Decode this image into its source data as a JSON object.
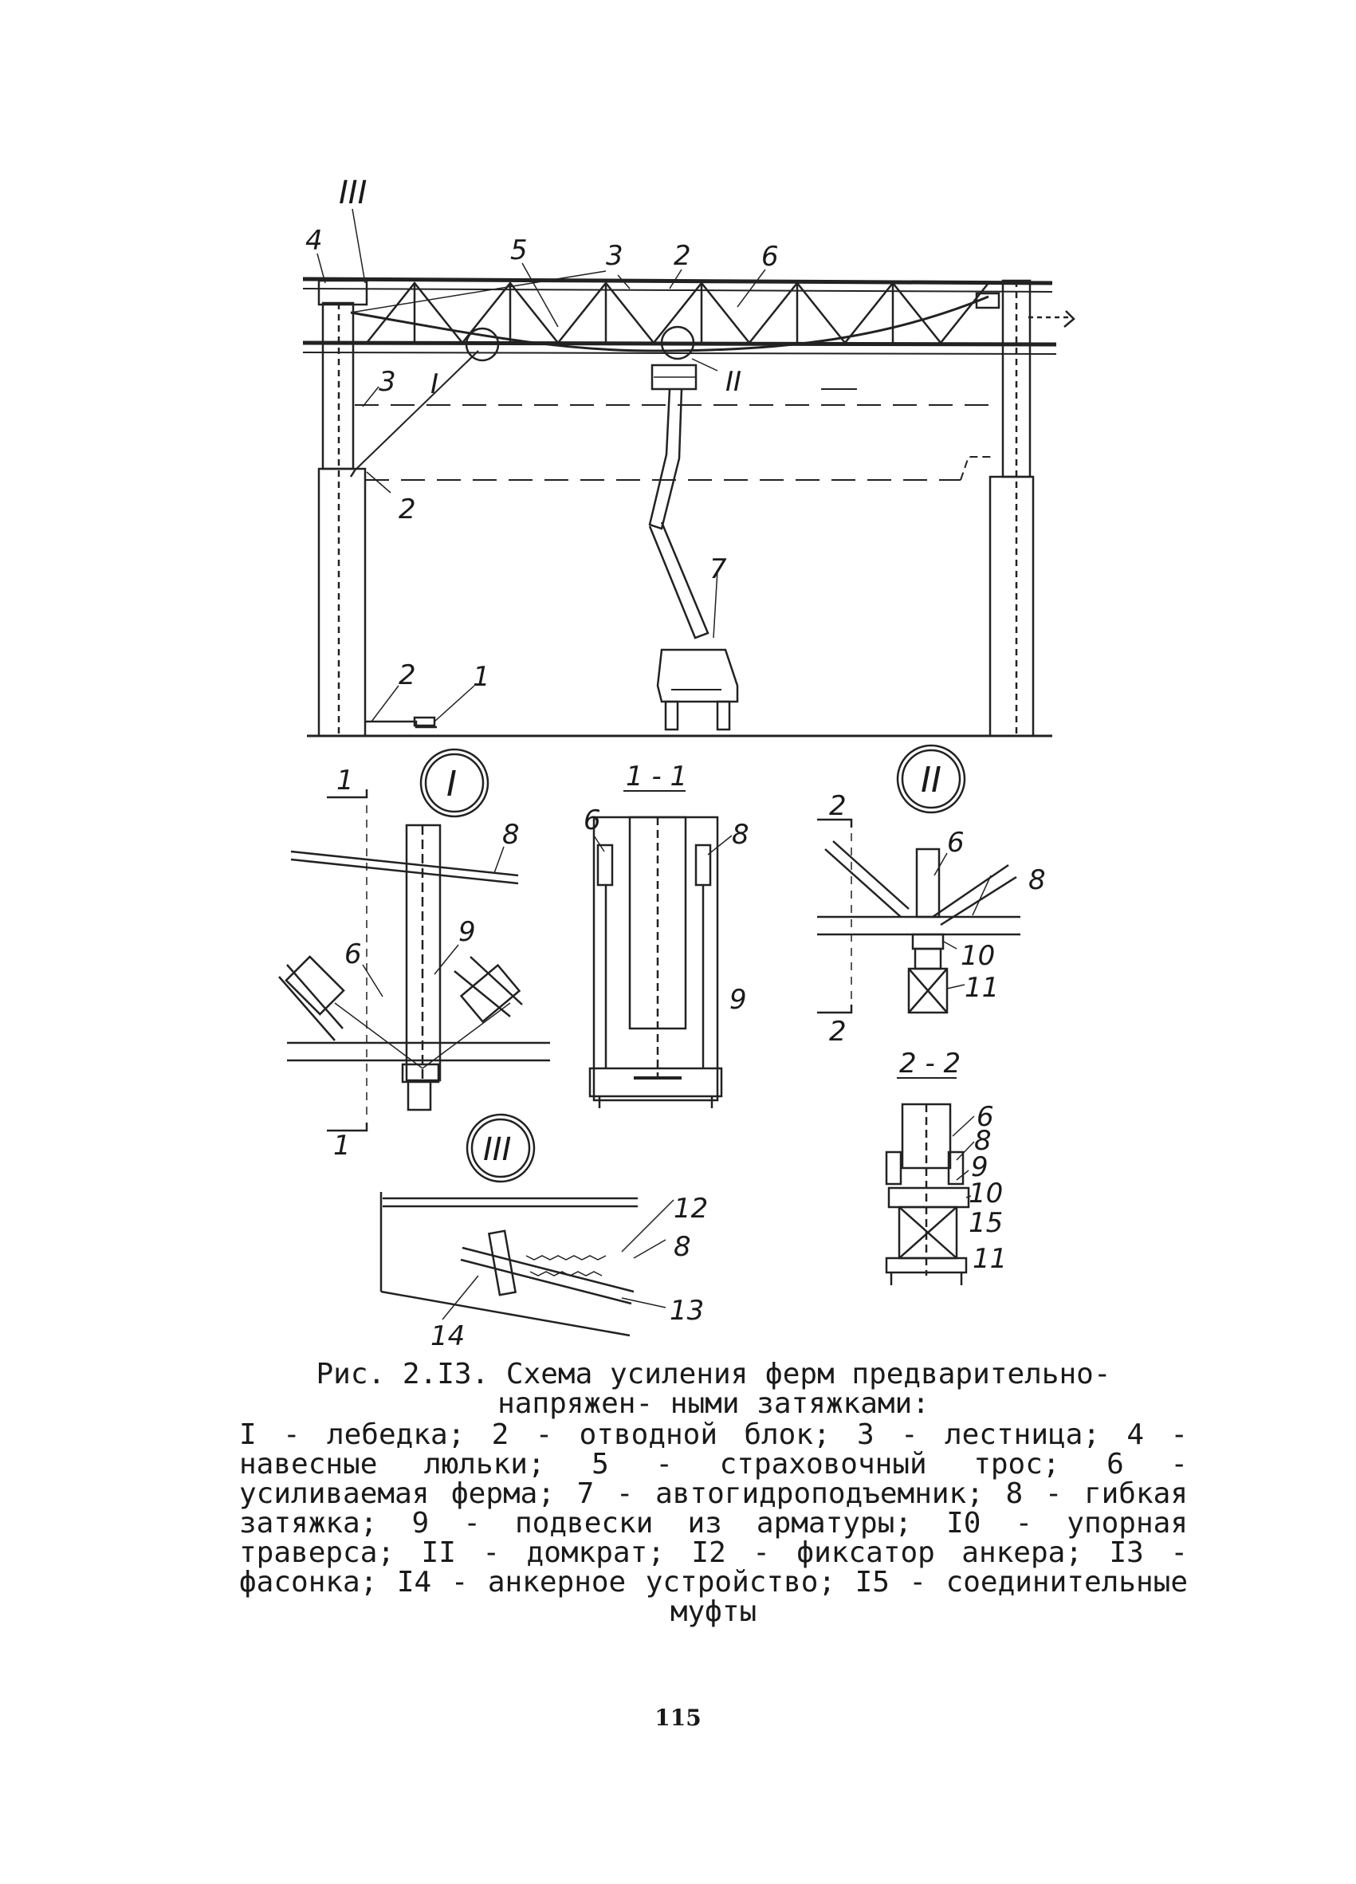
{
  "figure": {
    "caption_title": "Рис. 2.I3. Схема усиления ферм предварительно-напряжен- ными затяжками:",
    "legend": "I - лебедка; 2 - отводной блок; 3 - лестница; 4 - навесные люльки; 5 - страховочный трос; 6 - усиливаемая ферма; 7 - автогидроподъемник; 8 - гибкая затяжка; 9 - подвески из арматуры; I0 - упорная траверса; II - домкрат; I2 - фиксатор анкера; I3 - фасонка; I4 - анкерное устройство; I5 - соединительные муфты"
  },
  "labels": {
    "main": {
      "detail_3": "III",
      "n4": "4",
      "n5": "5",
      "n3_top": "3",
      "n2_top": "2",
      "n6": "6",
      "detail_1": "I",
      "detail_2": "II",
      "n3_ladder": "3",
      "n2_column": "2",
      "n7": "7",
      "n2_ground": "2",
      "n1_ground": "1"
    },
    "detail_I": {
      "title": "I",
      "cut": "1",
      "cut_bottom": "1",
      "n8": "8",
      "n9": "9",
      "n6": "6"
    },
    "section_1_1": {
      "title": "1 - 1",
      "n6": "6",
      "n8": "8",
      "n9": "9"
    },
    "detail_II": {
      "title": "II",
      "cut": "2",
      "cut_bottom": "2",
      "n6": "6",
      "n8": "8",
      "n10": "10",
      "n11": "11"
    },
    "section_2_2": {
      "title": "2 - 2",
      "n6": "6",
      "n8": "8",
      "n9": "9",
      "n10": "10",
      "n15": "15",
      "n11": "11"
    },
    "detail_III": {
      "title": "III",
      "n12": "12",
      "n8": "8",
      "n13": "13",
      "n14": "14"
    }
  },
  "page_number": "115"
}
